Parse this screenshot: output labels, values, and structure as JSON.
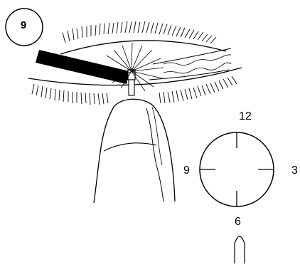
{
  "step_badge": "9",
  "clock": {
    "top": "12",
    "right": "3",
    "bottom": "6",
    "left": "9"
  }
}
